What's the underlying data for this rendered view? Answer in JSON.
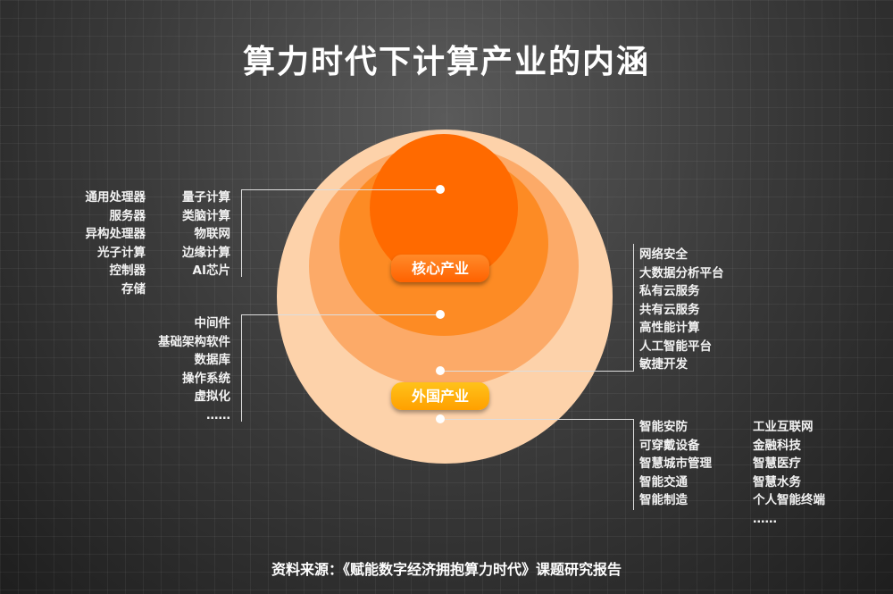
{
  "title": "算力时代下计算产业的内涵",
  "badges": {
    "core": "核心产业",
    "outer": "外国产业"
  },
  "left_col1": [
    "通用处理器",
    "服务器",
    "异构处理器",
    "光子计算",
    "控制器",
    "存储"
  ],
  "left_col2": [
    "量子计算",
    "类脑计算",
    "物联网",
    "边缘计算",
    "AI芯片"
  ],
  "left_col3": [
    "中间件",
    "基础架构软件",
    "数据库",
    "操作系统",
    "虚拟化",
    "……"
  ],
  "right_col1": [
    "网络安全",
    "大数据分析平台",
    "私有云服务",
    "共有云服务",
    "高性能计算",
    "人工智能平台",
    "敏捷开发"
  ],
  "right_col2": [
    "智能安防",
    "可穿戴设备",
    "智慧城市管理",
    "智能交通",
    "智能制造"
  ],
  "right_col3": [
    "工业互联网",
    "金融科技",
    "智慧医疗",
    "智慧水务",
    "个人智能终端",
    "……"
  ],
  "footer": "资料来源：《赋能数字经济拥抱算力时代》课题研究报告",
  "colors": {
    "ring1": "#fdd2aa",
    "ring2": "#fcaa68",
    "ring3": "#fd8b24",
    "ring4": "#ff6a00"
  }
}
